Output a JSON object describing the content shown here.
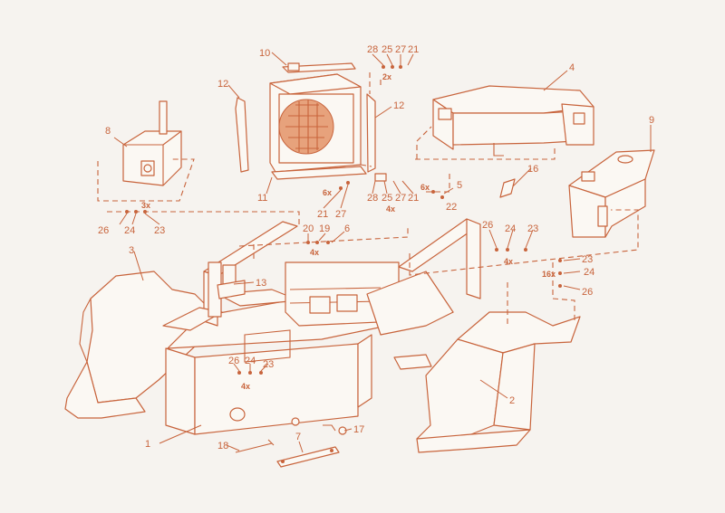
{
  "part_labels": {
    "p1": "1",
    "p2": "2",
    "p3": "3",
    "p4": "4",
    "p5": "5",
    "p6": "6",
    "p7": "7",
    "p8": "8",
    "p9": "9",
    "p10": "10",
    "p11": "11",
    "p12_left": "12",
    "p12_right": "12",
    "p13": "13",
    "p16": "16",
    "p17": "17",
    "p18": "18",
    "rad_top": [
      "28",
      "25",
      "27",
      "21"
    ],
    "rad_bottom": [
      "28",
      "25",
      "27",
      "21"
    ],
    "rad_left": [
      "21",
      "27"
    ],
    "tank8_hw": [
      "26",
      "24",
      "23"
    ],
    "mid_hw": [
      "20",
      "19"
    ],
    "hood_hw": [
      "22"
    ],
    "right_hw": [
      "26",
      "24",
      "23"
    ],
    "side_hw": [
      "23",
      "24",
      "26"
    ],
    "frame_hw": [
      "26",
      "24",
      "23"
    ]
  },
  "quantities": {
    "rad_top": "2x",
    "rad_bottom": "4x",
    "rad_left": "6x",
    "tank8": "3x",
    "mid": "4x",
    "hood": "6x",
    "right": "4x",
    "side": "16x",
    "frame": "4x"
  },
  "colors": {
    "line": "#c8643c",
    "background": "#f6f3ef"
  }
}
